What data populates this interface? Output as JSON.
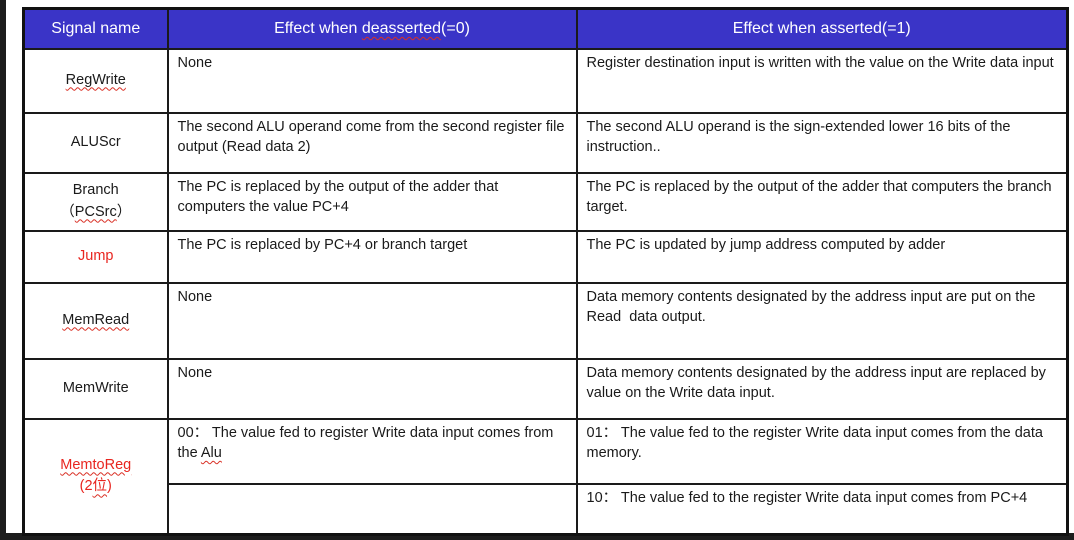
{
  "colors": {
    "header_background": "#3a34c7",
    "header_text": "#ffffff",
    "highlight_red": "#e8251f",
    "squiggle_red": "#d93025",
    "border_black": "#1a1a1a"
  },
  "header": {
    "signal_name": "Signal name",
    "deasserted_prefix": "Effect when ",
    "deasserted_wavy": "deasserted",
    "deasserted_suffix": "(=0)",
    "asserted": "Effect when asserted(=1)"
  },
  "rows": [
    {
      "signal": "RegWrite",
      "deasserted": "None",
      "asserted": "Register destination input is written with the value on the Write data input"
    },
    {
      "signal": "ALUScr",
      "deasserted": "The second ALU operand come from the second register file output (Read data 2)",
      "asserted": "The second ALU operand is the sign-extended lower 16 bits of the instruction.."
    },
    {
      "signal_line1": "Branch",
      "signal_open": "（",
      "signal_wavy": "PCSrc",
      "signal_close": "）",
      "deasserted": "The PC is replaced by the output of the adder that computers the value PC+4",
      "asserted": "The PC is replaced by the output of the adder that computers the branch target."
    },
    {
      "signal": "Jump",
      "deasserted": "The PC is replaced by PC+4 or branch target",
      "asserted": "The PC is updated by jump address computed by adder"
    },
    {
      "signal": "MemRead",
      "deasserted": "None",
      "asserted": "Data memory contents designated by the address input are put on the Read  data output."
    },
    {
      "signal": "MemWrite",
      "deasserted": "None",
      "asserted": "Data memory contents designated by the address input are replaced by value on the Write data input."
    },
    {
      "signal_line1": "MemtoReg",
      "signal_line2_prefix": "(2",
      "signal_line2_wavy": "位",
      "signal_line2_suffix": ")",
      "deasserted_prefix": "00： The value fed to register Write data input comes from the ",
      "deasserted_wavy": "Alu",
      "asserted": "01： The value fed to the register Write data input comes from the data memory."
    },
    {
      "deasserted": "",
      "asserted": "10： The value fed to the register Write data input comes from PC+4"
    }
  ]
}
